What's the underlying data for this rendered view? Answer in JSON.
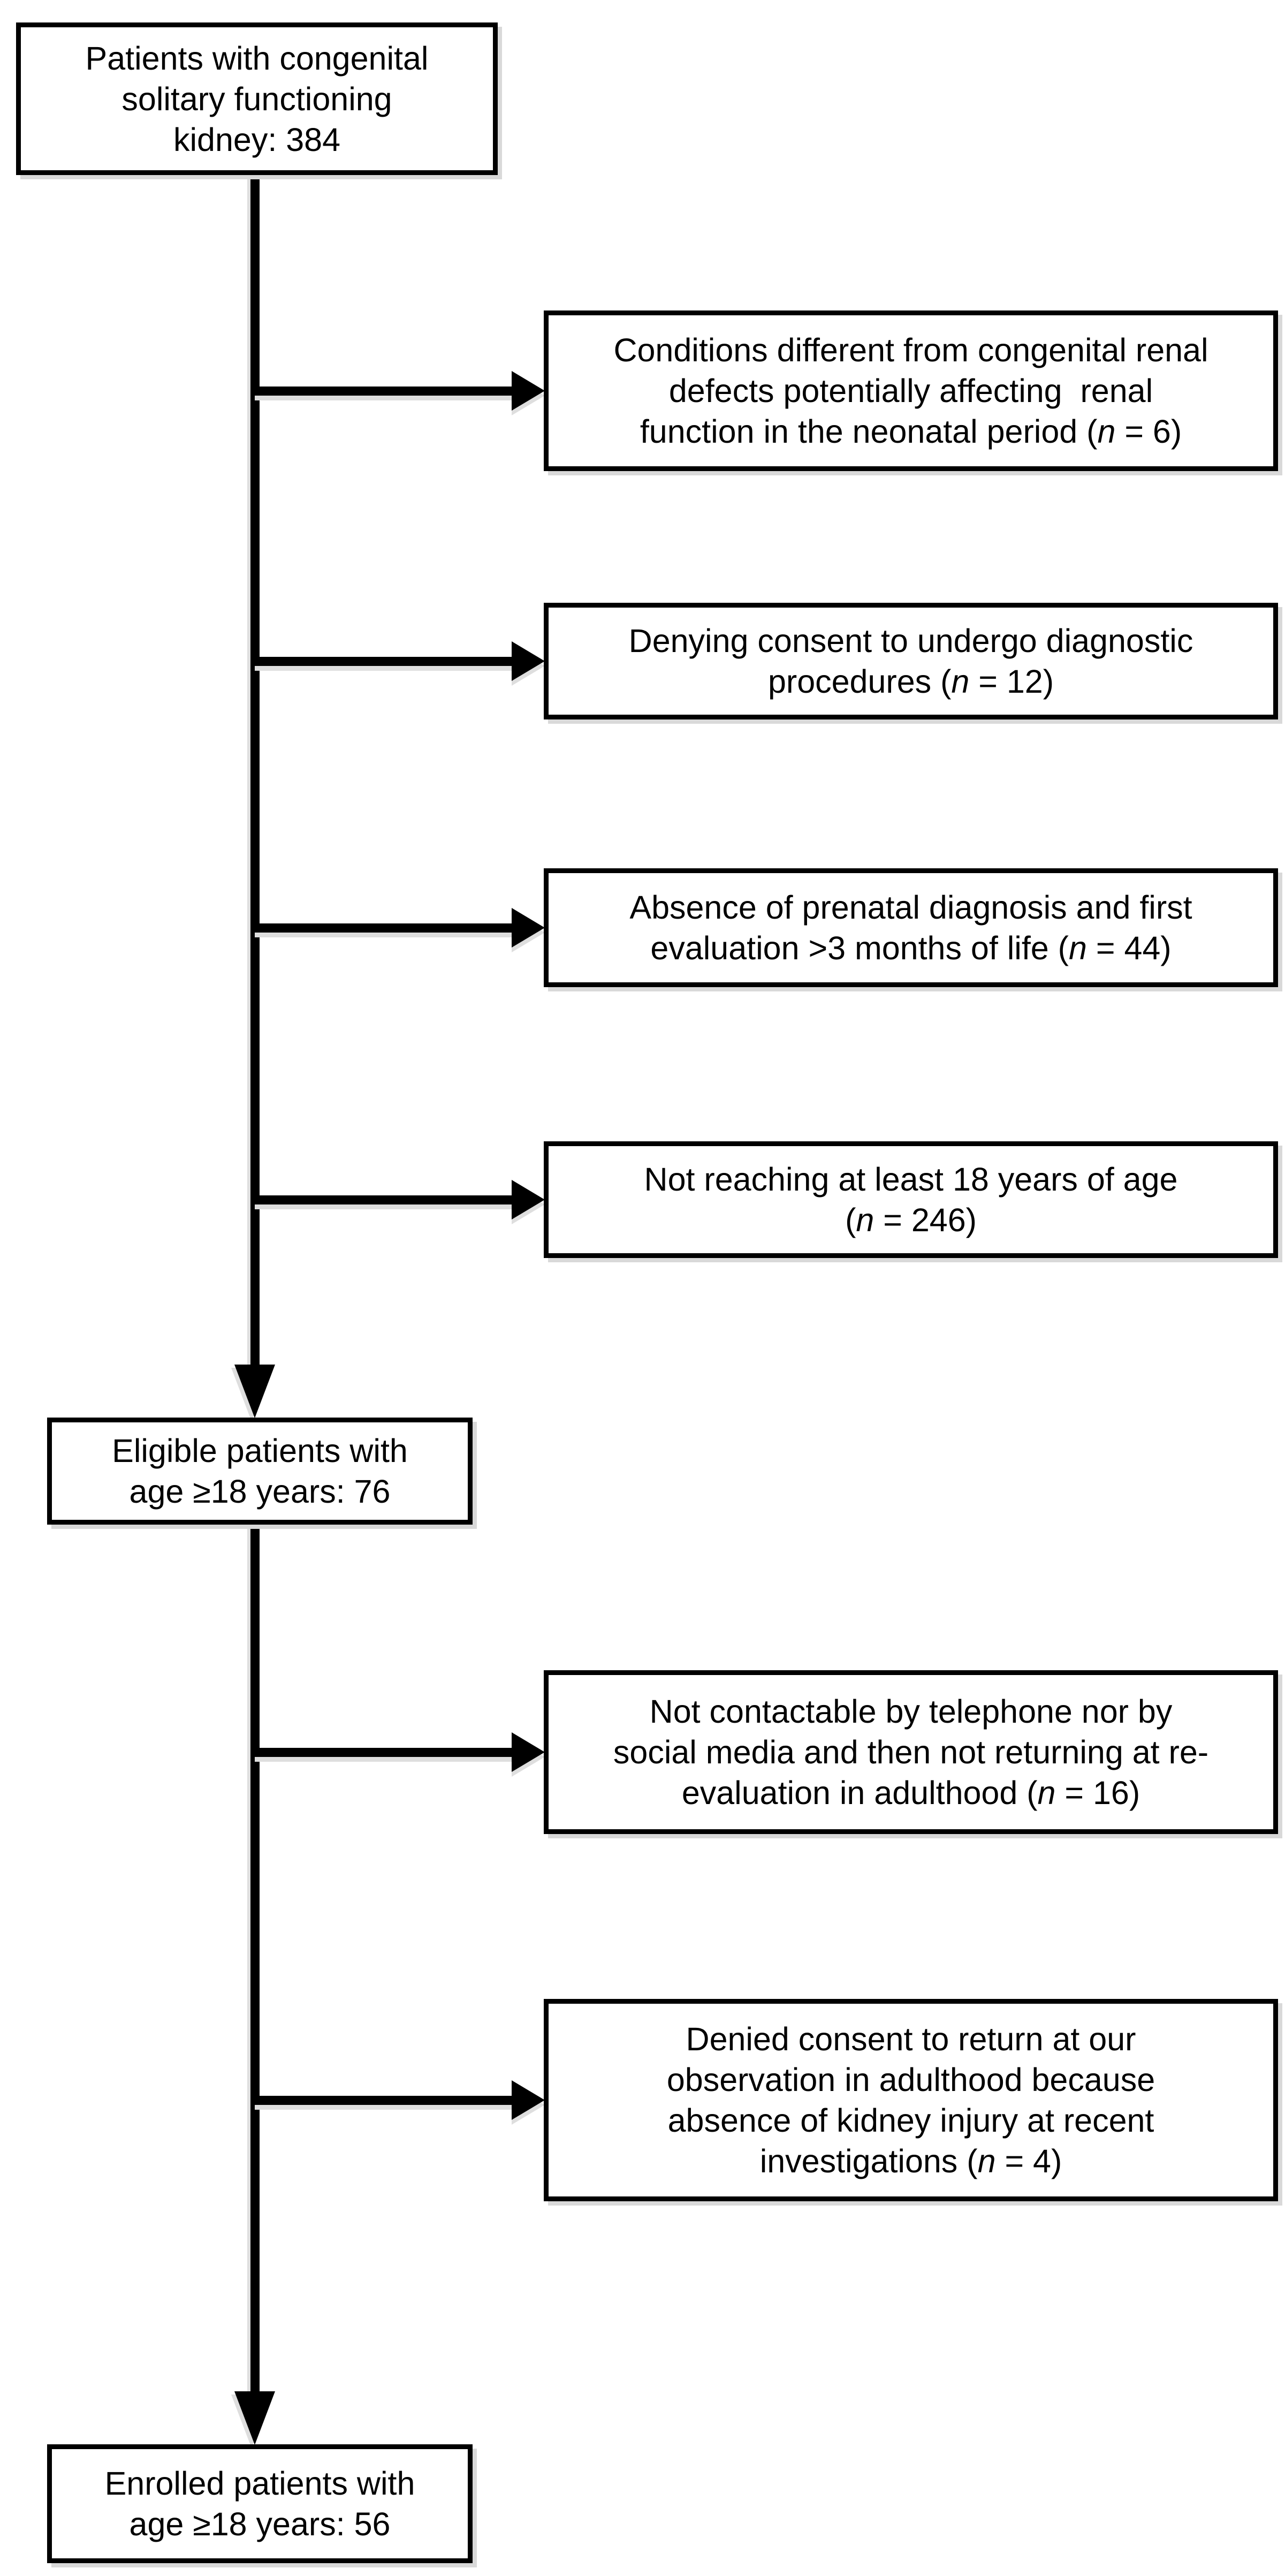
{
  "figure": {
    "description": "Patient enrollment flowchart",
    "colors": {
      "line": "#000000",
      "box_background": "#ffffff",
      "shadow": "#d9d9d9"
    },
    "boxes": {
      "top": {
        "lines": [
          [
            {
              "t": "Patients with congenital"
            }
          ],
          [
            {
              "t": "solitary functioning"
            }
          ],
          [
            {
              "t": "kidney: 384"
            }
          ]
        ]
      },
      "excl1": {
        "lines": [
          [
            {
              "t": "Conditions different from congenital renal"
            }
          ],
          [
            {
              "t": "defects potentially affecting  renal"
            }
          ],
          [
            {
              "t": "function in the neonatal period ("
            },
            {
              "t": "n",
              "i": true
            },
            {
              "t": " = 6)"
            }
          ]
        ]
      },
      "excl2": {
        "lines": [
          [
            {
              "t": "Denying consent to undergo diagnostic"
            }
          ],
          [
            {
              "t": "procedures ("
            },
            {
              "t": "n",
              "i": true
            },
            {
              "t": " = 12)"
            }
          ]
        ]
      },
      "excl3": {
        "lines": [
          [
            {
              "t": "Absence of prenatal diagnosis and first"
            }
          ],
          [
            {
              "t": "evaluation >3 months of life ("
            },
            {
              "t": "n",
              "i": true
            },
            {
              "t": " = 44)"
            }
          ]
        ]
      },
      "excl4": {
        "lines": [
          [
            {
              "t": "Not reaching at least 18 years of age"
            }
          ],
          [
            {
              "t": "("
            },
            {
              "t": "n",
              "i": true
            },
            {
              "t": " = 246)"
            }
          ]
        ]
      },
      "eligible": {
        "lines": [
          [
            {
              "t": "Eligible patients with"
            }
          ],
          [
            {
              "t": "age ≥18 years: 76"
            }
          ]
        ]
      },
      "excl5": {
        "lines": [
          [
            {
              "t": "Not contactable by telephone nor by"
            }
          ],
          [
            {
              "t": "social media and then not returning at re-"
            }
          ],
          [
            {
              "t": "evaluation in adulthood ("
            },
            {
              "t": "n",
              "i": true
            },
            {
              "t": " = 16)"
            }
          ]
        ]
      },
      "excl6": {
        "lines": [
          [
            {
              "t": "Denied consent to return at our"
            }
          ],
          [
            {
              "t": "observation in adulthood because"
            }
          ],
          [
            {
              "t": "absence of kidney injury at recent"
            }
          ],
          [
            {
              "t": "investigations ("
            },
            {
              "t": "n",
              "i": true
            },
            {
              "t": " = 4)"
            }
          ]
        ]
      },
      "enrolled": {
        "lines": [
          [
            {
              "t": "Enrolled patients with"
            }
          ],
          [
            {
              "t": "age ≥18 years: 56"
            }
          ]
        ]
      }
    }
  }
}
